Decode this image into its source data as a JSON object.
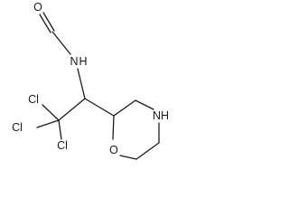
{
  "atoms": {
    "o_formyl": "O",
    "nh_amide": "N",
    "nh_amide_h": "H",
    "cl_1": "Cl",
    "cl_2": "Cl",
    "cl_3": "Cl",
    "nh_ring": "NH",
    "o_ring": "O"
  }
}
